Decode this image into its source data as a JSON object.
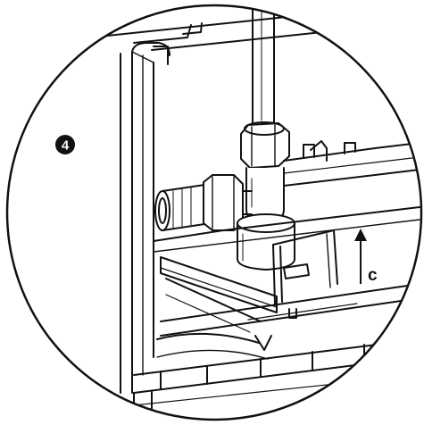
{
  "step": {
    "number": "4"
  },
  "labels": {
    "arrow_label": "c"
  },
  "colors": {
    "ink": "#111111",
    "paper": "#ffffff",
    "shade": "#d9d9d9",
    "badge_fill": "#111111",
    "badge_text": "#ffffff"
  },
  "icons": {
    "step_badge": "circled-number-4",
    "direction_arrow": "arrow-up-icon"
  }
}
